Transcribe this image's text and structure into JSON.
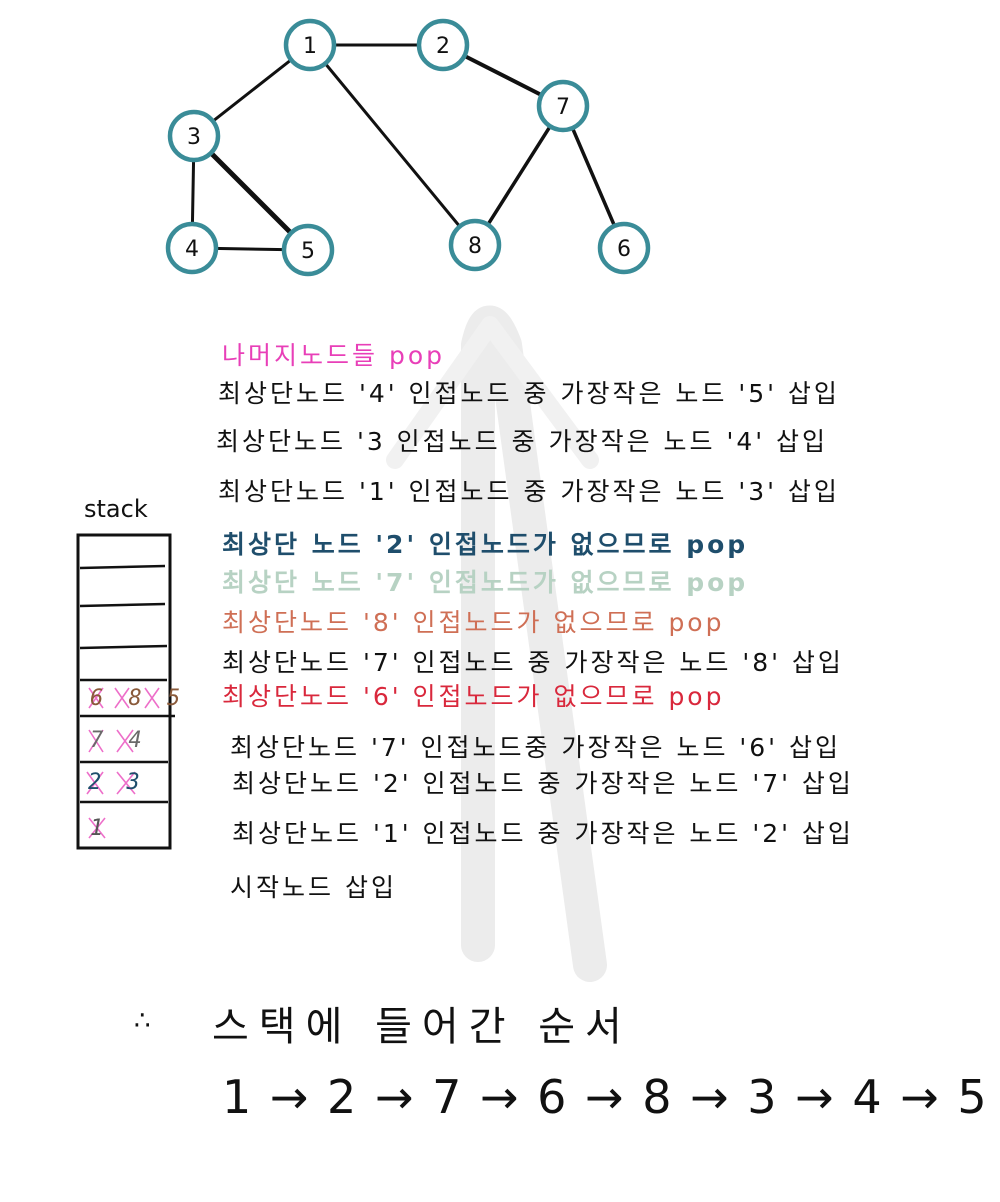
{
  "colors": {
    "node_stroke": "#3a8c98",
    "edge": "#111111",
    "arrow_watermark": "#ececec",
    "pink": "#e83fb8",
    "navy": "#1f4e6c",
    "sage": "#b7d2c3",
    "terracotta": "#cf6f55",
    "red": "#d9283c",
    "black": "#111111"
  },
  "graph": {
    "nodes": [
      {
        "id": "1",
        "label": "1"
      },
      {
        "id": "2",
        "label": "2"
      },
      {
        "id": "7",
        "label": "7"
      },
      {
        "id": "3",
        "label": "3"
      },
      {
        "id": "4",
        "label": "4"
      },
      {
        "id": "5",
        "label": "5"
      },
      {
        "id": "8",
        "label": "8"
      },
      {
        "id": "6",
        "label": "6"
      }
    ],
    "edges": [
      {
        "from": "1",
        "to": "2"
      },
      {
        "from": "2",
        "to": "7"
      },
      {
        "from": "1",
        "to": "3"
      },
      {
        "from": "1",
        "to": "8"
      },
      {
        "from": "7",
        "to": "8"
      },
      {
        "from": "7",
        "to": "6"
      },
      {
        "from": "3",
        "to": "4"
      },
      {
        "from": "3",
        "to": "5"
      },
      {
        "from": "4",
        "to": "5"
      }
    ]
  },
  "steps": [
    {
      "text": "나머지노드들 pop",
      "color": "pink"
    },
    {
      "text": "최상단노드 '4' 인접노드 중 가장작은 노드 '5' 삽입",
      "color": "black"
    },
    {
      "text": "최상단노드 '3 인접노드 중 가장작은 노드 '4' 삽입",
      "color": "black"
    },
    {
      "text": "최상단노드 '1' 인접노드 중 가장작은 노드 '3' 삽입",
      "color": "black"
    },
    {
      "text": "최상단 노드 '2' 인접노드가 없으므로 pop",
      "color": "navy"
    },
    {
      "text": "최상단 노드 '7' 인접노드가 없으므로 pop",
      "color": "sage"
    },
    {
      "text": "최상단노드 '8' 인접노드가 없으므로 pop",
      "color": "terracotta"
    },
    {
      "text": "최상단노드 '7' 인접노드 중 가장작은 노드 '8' 삽입",
      "color": "black"
    },
    {
      "text": "최상단노드 '6' 인접노드가 없으므로 pop",
      "color": "red"
    },
    {
      "text": "최상단노드 '7' 인접노드중 가장작은 노드 '6' 삽입",
      "color": "black"
    },
    {
      "text": "최상단노드 '2' 인접노드 중 가장작은 노드 '7' 삽입",
      "color": "black"
    },
    {
      "text": "최상단노드 '1' 인접노드 중 가장작은 노드 '2' 삽입",
      "color": "black"
    },
    {
      "text": "시작노드 삽입",
      "color": "black"
    }
  ],
  "stack": {
    "label": "stack",
    "filled_rows": [
      "6 8 5",
      "7 4",
      "2 3",
      "1"
    ]
  },
  "summary": {
    "therefore": "∴",
    "label": "스택에 들어간 순서",
    "sequence": "1 → 2 → 7 → 6 → 8 → 3 → 4 → 5"
  }
}
